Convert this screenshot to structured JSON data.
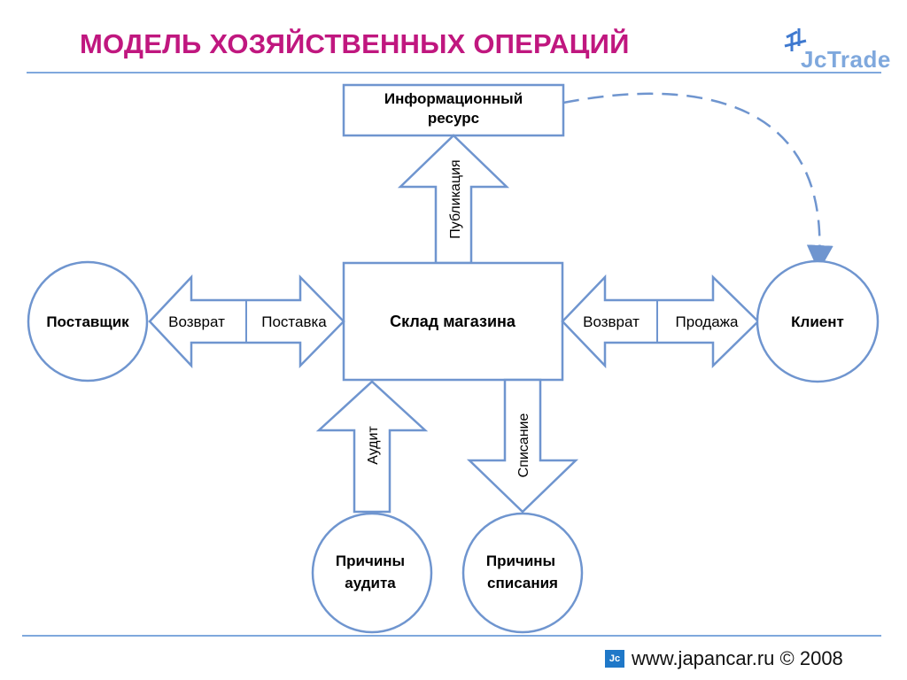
{
  "header": {
    "title": "МОДЕЛЬ ХОЗЯЙСТВЕННЫХ ОПЕРАЦИЙ",
    "logo_text": "JcTrade"
  },
  "diagram": {
    "nodes": {
      "info_resource": {
        "line1": "Информационный",
        "line2": "ресурс"
      },
      "warehouse": "Склад магазина",
      "supplier": "Поставщик",
      "client": "Клиент",
      "audit_reasons": {
        "line1": "Причины",
        "line2": "аудита"
      },
      "writeoff_reasons": {
        "line1": "Причины",
        "line2": "списания"
      }
    },
    "arrows": {
      "publication": "Публикация",
      "supplier_return": "Возврат",
      "delivery": "Поставка",
      "client_return": "Возврат",
      "sale": "Продажа",
      "audit": "Аудит",
      "writeoff": "Списание"
    },
    "colors": {
      "stroke": "#6f95cf",
      "separator": "#7fa8dd",
      "title": "#c0177f"
    }
  },
  "footer": {
    "icon_text": "Jc",
    "text": "www.japancar.ru © 2008"
  }
}
